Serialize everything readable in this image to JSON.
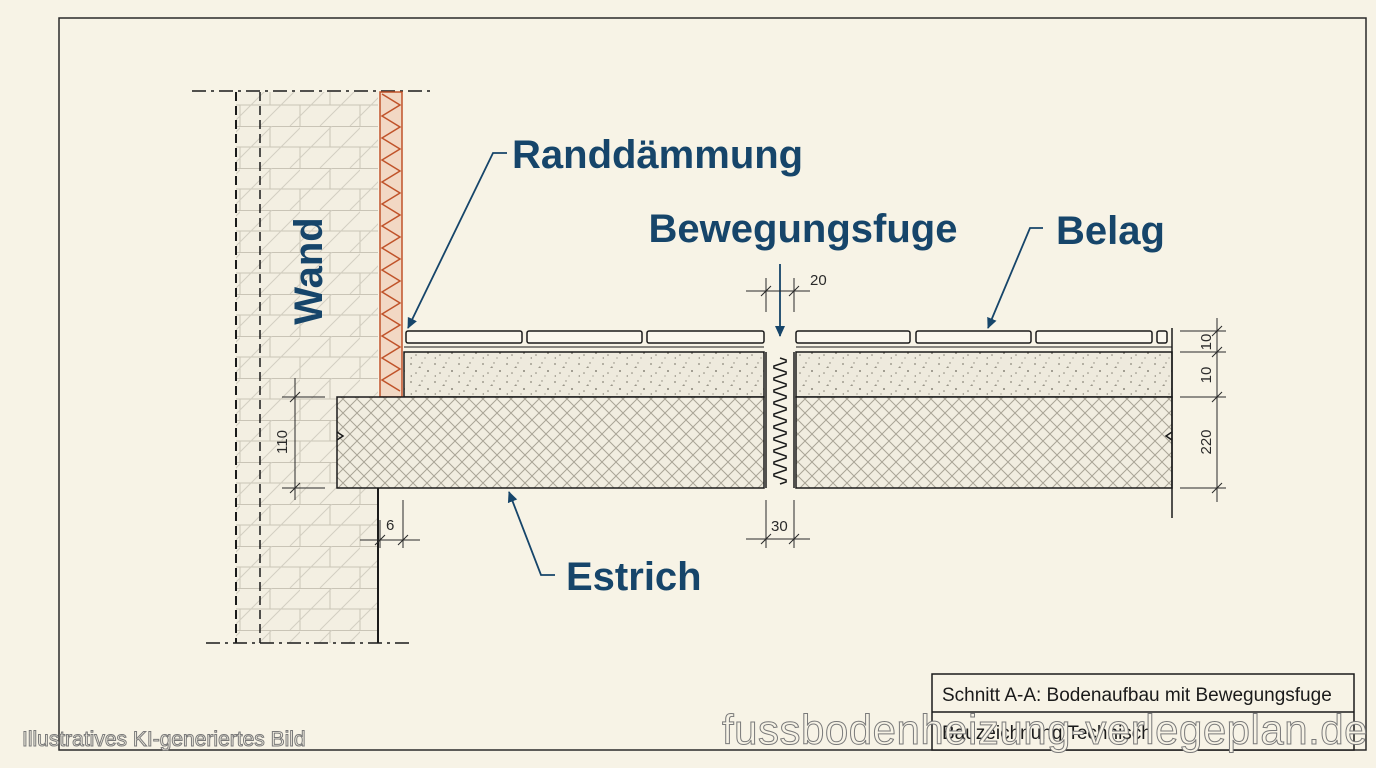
{
  "labels": {
    "wall": "Wand",
    "edge_insulation": "Randdämmung",
    "movement_joint": "Bewegungsfuge",
    "covering": "Belag",
    "screed": "Estrich"
  },
  "dimensions": {
    "joint_gap_top": "20",
    "joint_gap_bottom": "30",
    "left_height": "110",
    "left_offset": "6",
    "right_top": "10",
    "right_middle": "10",
    "right_bottom": "220"
  },
  "title_block": {
    "line1": "Schnitt A-A: Bodenaufbau mit Bewegungsfuge",
    "line2": "Bauzeichnung Technisch"
  },
  "watermarks": {
    "left": "Illustratives KI-generiertes Bild",
    "right": "fussbodenheizung-verlegeplan.de"
  },
  "colors": {
    "label_blue": "#16456a",
    "insulation_orange": "#c0532a",
    "background": "#f7f3e6",
    "line": "#1a1a1a"
  }
}
